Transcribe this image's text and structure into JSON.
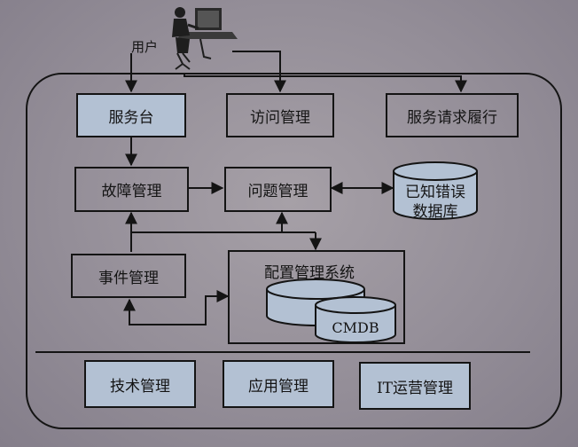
{
  "user": {
    "label": "用户"
  },
  "boxes": {
    "service_desk": "服务台",
    "access_mgmt": "访问管理",
    "service_request": "服务请求履行",
    "incident_mgmt": "故障管理",
    "problem_mgmt": "问题管理",
    "event_mgmt": "事件管理",
    "config_system": "配置管理系统",
    "tech_mgmt": "技术管理",
    "app_mgmt": "应用管理",
    "it_ops_mgmt": "IT运营管理"
  },
  "databases": {
    "known_error_line1": "已知错误",
    "known_error_line2": "数据库",
    "cmdb": "CMDB"
  },
  "colors": {
    "shaded_fill": "#b3c1d3",
    "cylinder_fill": "#b3c1d3",
    "line": "#141414"
  }
}
